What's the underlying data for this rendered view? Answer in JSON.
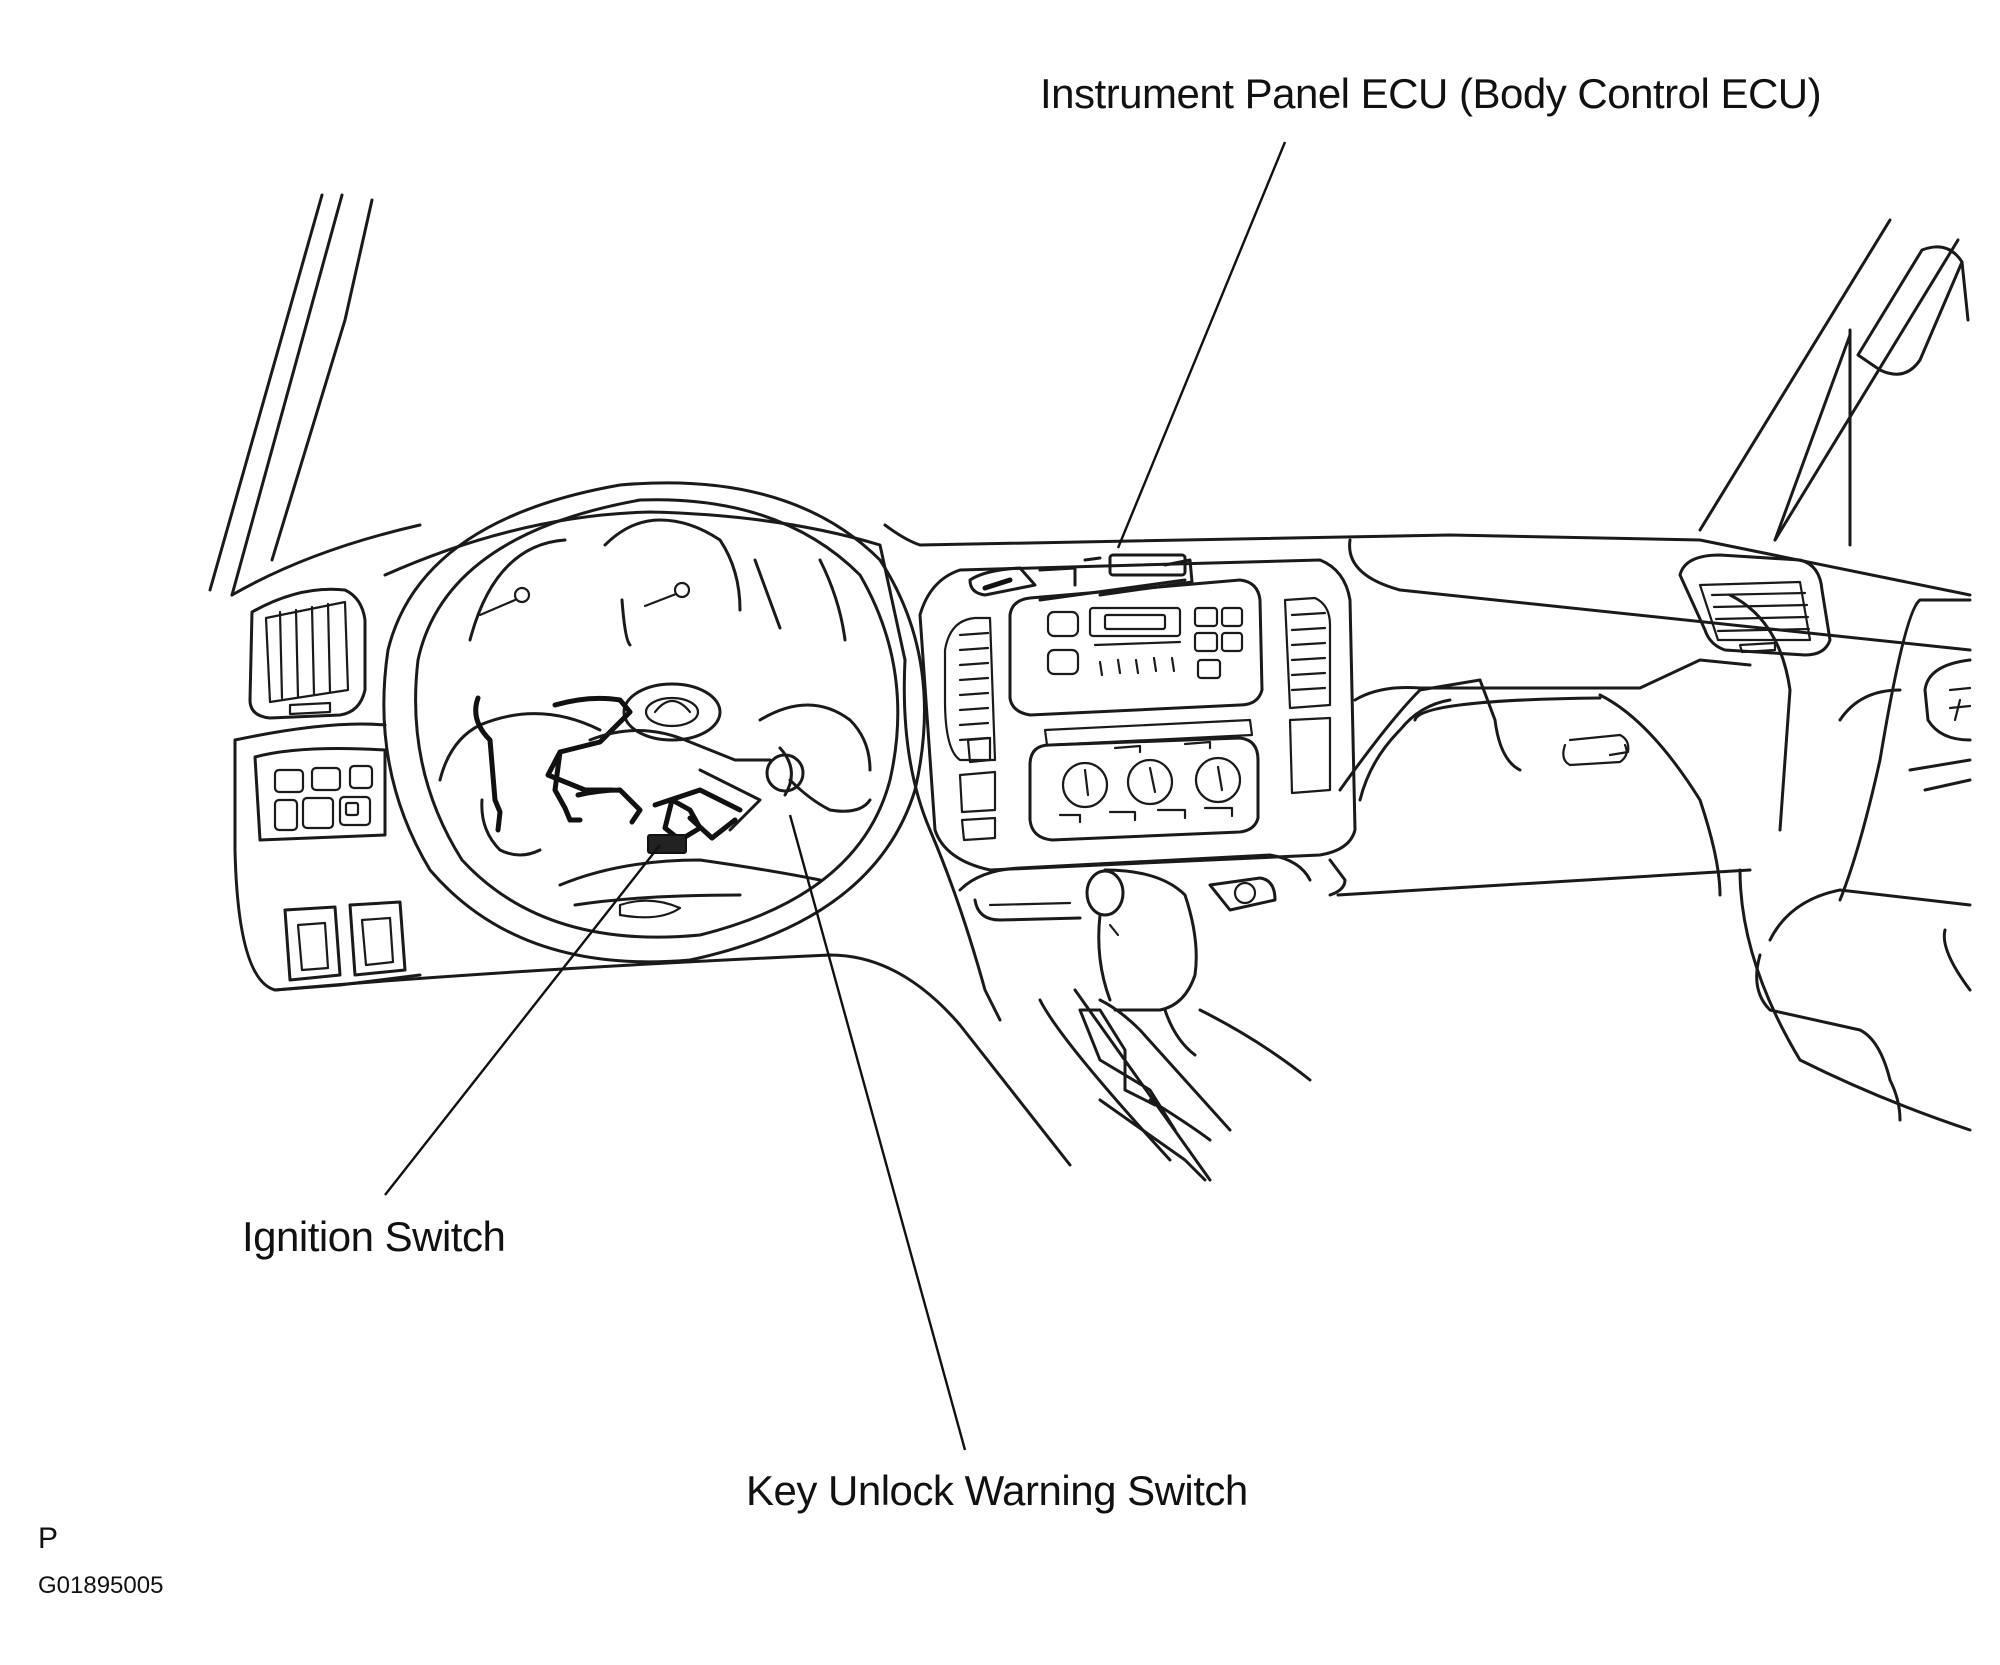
{
  "labels": {
    "ecu": "Instrument Panel ECU (Body Control ECU)",
    "ignition_switch": "Ignition Switch",
    "key_unlock_warning_switch": "Key Unlock Warning Switch"
  },
  "footer": {
    "view_code": "P",
    "figure_id": "G01895005"
  }
}
